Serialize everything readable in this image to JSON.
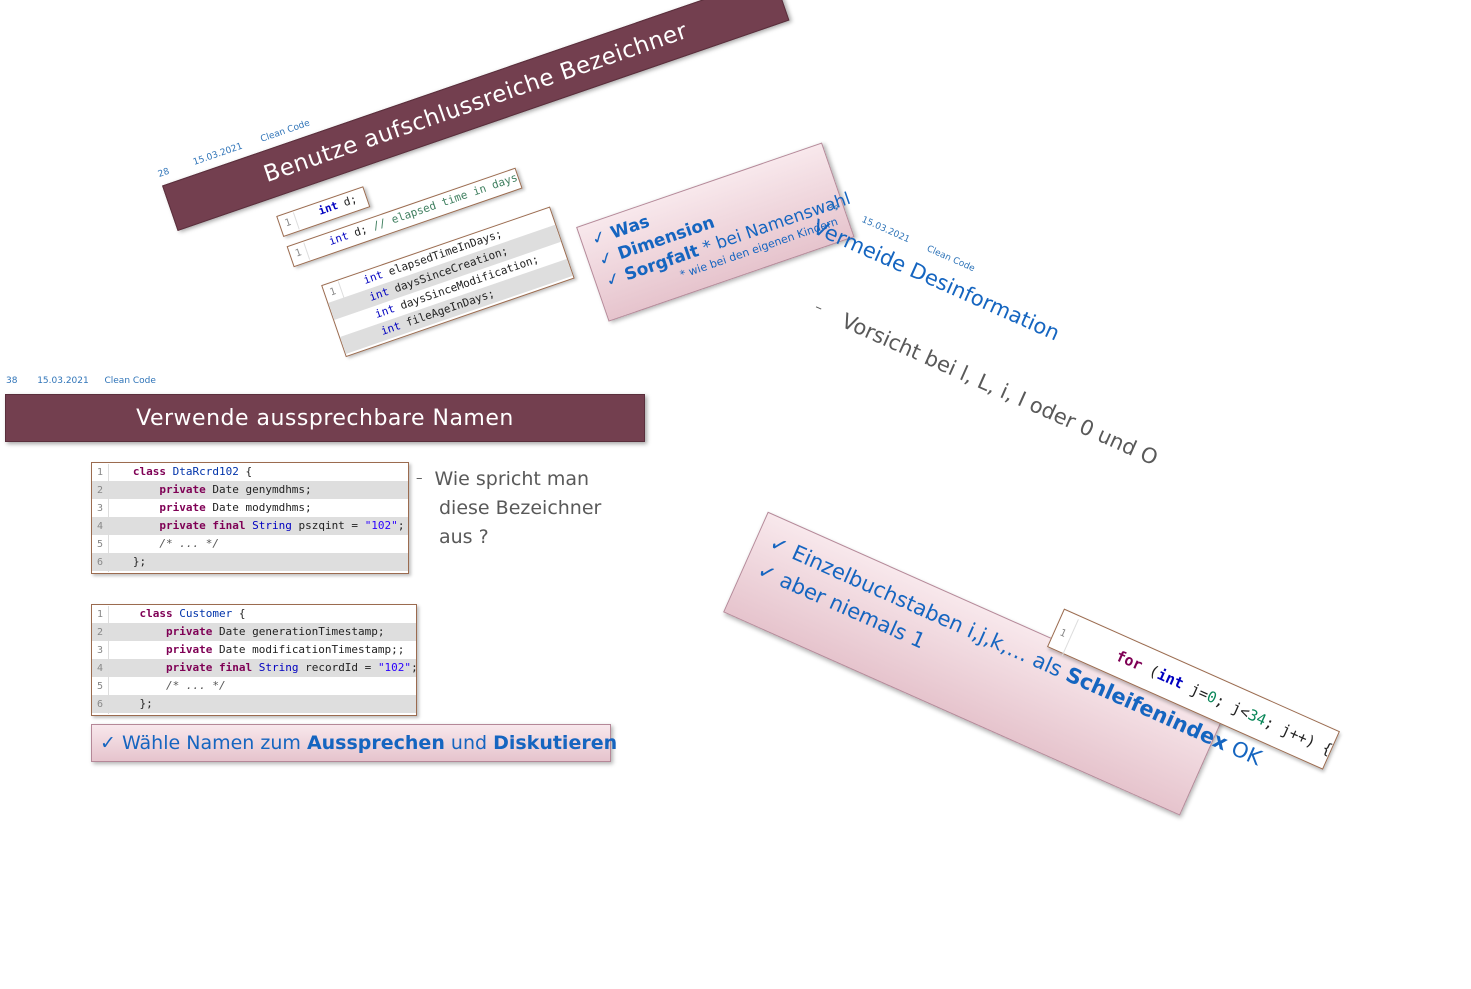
{
  "slide28": {
    "page": "28",
    "date": "15.03.2021",
    "course": "Clean Code",
    "title": "Benutze aufschlussreiche Bezeichner",
    "code1": {
      "line": "1",
      "kw": "int",
      "rest": " d;"
    },
    "code2": {
      "line": "1",
      "kw": "int",
      "rest": " d; ",
      "comment": "// elapsed time in days"
    },
    "code3": {
      "line": "1",
      "lines": [
        {
          "kw": "int",
          "rest": " elapsedTimeInDays;"
        },
        {
          "kw": "int",
          "rest": " daysSinceCreation;"
        },
        {
          "kw": "int",
          "rest": " daysSinceModification;"
        },
        {
          "kw": "int",
          "rest": " fileAgeInDays;"
        }
      ]
    },
    "checks": {
      "mark": "✓",
      "item1": "Was",
      "item2": "Dimension",
      "item3_bold": "Sorgfalt",
      "item3_rest": " * bei Namenswahl",
      "footnote": "* wie bei den eigenen Kindern"
    }
  },
  "slide34": {
    "page": "34",
    "date": "15.03.2021",
    "course": "Clean Code",
    "title": "Vermeide Desinformation",
    "dash": "–",
    "bullet": "Vorsicht bei l, L, i, I oder 0 und O",
    "box": {
      "mark": "✓",
      "line1_pre": "Einzelbuchstaben i,j,k,… als ",
      "line1_bold": "Schleifenindex",
      "line1_post": " OK",
      "line2": "aber niemals 1"
    },
    "code": {
      "line": "1",
      "kw": "for",
      "open": " (",
      "kw2": "int",
      "mid1": " j=",
      "n1": "0",
      "mid2": "; j<",
      "n2": "34",
      "end": "; j++) {"
    }
  },
  "slide38": {
    "page": "38",
    "date": "15.03.2021",
    "course": "Clean Code",
    "title": "Verwende aussprechbare Namen",
    "code1": [
      {
        "n": "1",
        "kw": "class",
        "id": "DtaRcrd102",
        "rest": " {"
      },
      {
        "n": "2",
        "kw": "private",
        "rest": " Date genymdhms;"
      },
      {
        "n": "3",
        "kw": "private",
        "rest": " Date modymdhms;"
      },
      {
        "n": "4",
        "kw": "private final",
        "ty": "String",
        "rest": " pszqint = ",
        "str": "\"102\"",
        "end": ";"
      },
      {
        "n": "5",
        "cm": "/* ... */"
      },
      {
        "n": "6",
        "rest": "};"
      }
    ],
    "code2": [
      {
        "n": "1",
        "kw": "class",
        "id": "Customer",
        "rest": " {"
      },
      {
        "n": "2",
        "kw": "private",
        "rest": " Date generationTimestamp;"
      },
      {
        "n": "3",
        "kw": "private",
        "rest": " Date modificationTimestamp;;"
      },
      {
        "n": "4",
        "kw": "private final",
        "ty": "String",
        "rest": " recordId = ",
        "str": "\"102\"",
        "end": ";"
      },
      {
        "n": "5",
        "cm": "/* ... */"
      },
      {
        "n": "6",
        "rest": "};"
      }
    ],
    "dash": "–",
    "question_l1": "Wie spricht man",
    "question_l2": "diese Bezeichner",
    "question_l3": "aus ?",
    "box": {
      "mark": "✓",
      "pre": " Wähle Namen zum ",
      "bold1": "Aussprechen",
      "mid": " und ",
      "bold2": "Diskutieren"
    }
  }
}
